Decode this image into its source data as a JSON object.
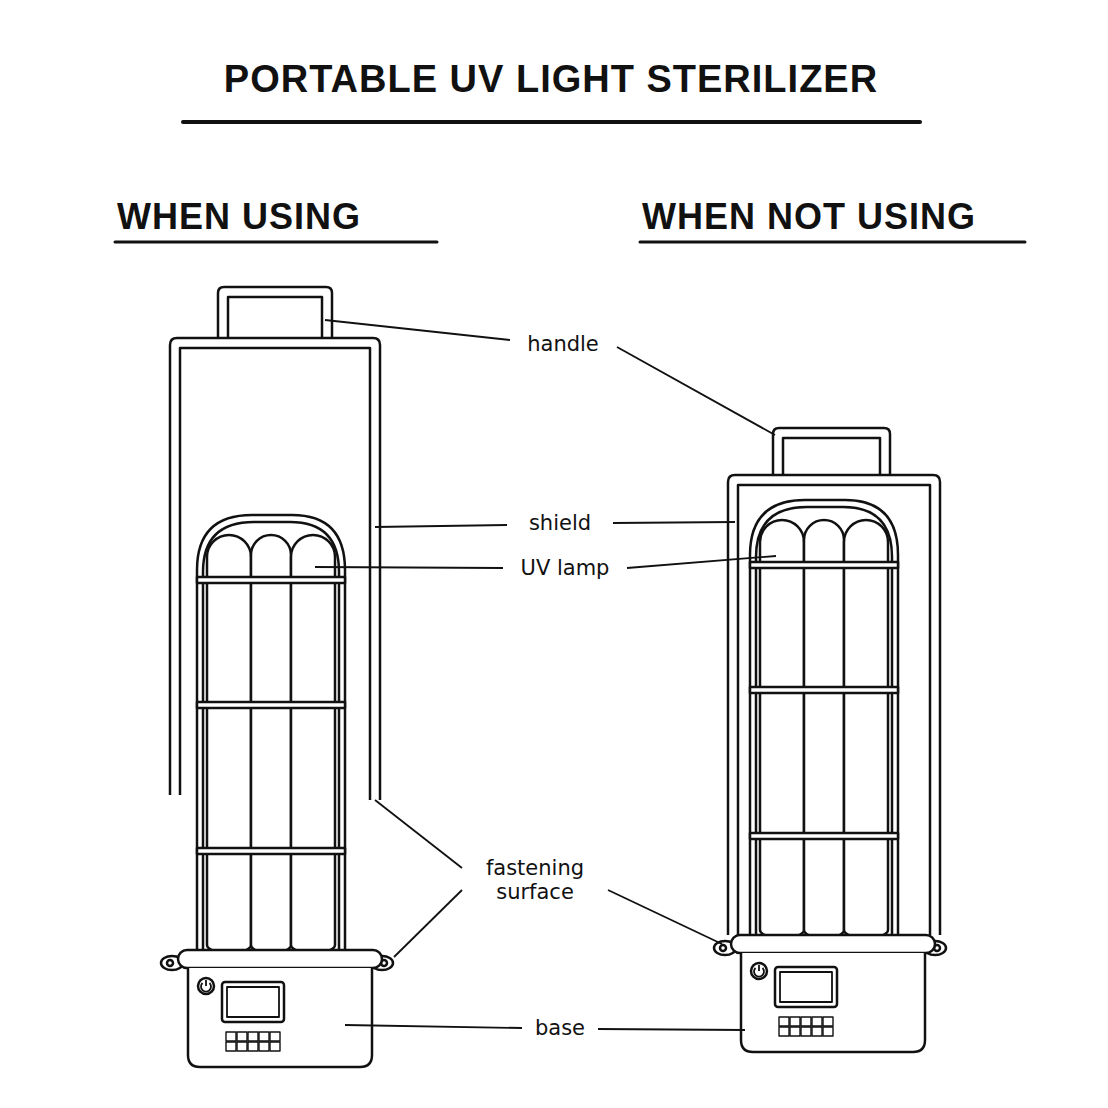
{
  "diagram": {
    "title": "PORTABLE UV LIGHT STERILIZER",
    "labels": [
      "WHEN USING",
      "WHEN NOT USING",
      "handle",
      "shield",
      "UV lamp",
      "fastening surface",
      "base"
    ]
  }
}
